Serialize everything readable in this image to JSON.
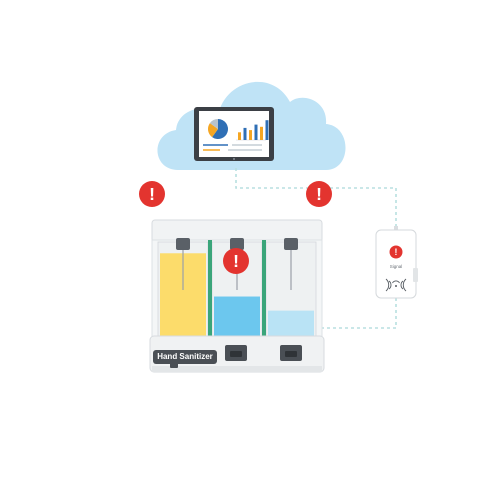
{
  "dispenser": {
    "label": "Hand Sanitizer",
    "liquid_colors": [
      "#fcdc6b",
      "#6cc7ee",
      "#b9e3f5"
    ],
    "fill_levels": [
      0.88,
      0.42,
      0.27
    ]
  },
  "sensor": {
    "label": "Signal",
    "icon": "wifi-signal-icon"
  },
  "alerts": {
    "color": "#e3342f",
    "glyph": "!",
    "icons": [
      "alert-icon-left",
      "alert-icon-right",
      "alert-icon-center",
      "alert-icon-sensor"
    ]
  },
  "cloud": {
    "color": "#bfe3f6",
    "device": "tablet-dashboard-icon",
    "pie_colors": [
      "#2f6fb5",
      "#f5a623",
      "#b9c3cc"
    ],
    "bar_colors": [
      "#f5a623",
      "#2f6fb5",
      "#f5a623",
      "#2f6fb5",
      "#f5a623",
      "#2f6fb5"
    ],
    "bar_levels": [
      0.35,
      0.55,
      0.45,
      0.7,
      0.6,
      0.9
    ]
  },
  "connector_color": "#b8dfe0"
}
